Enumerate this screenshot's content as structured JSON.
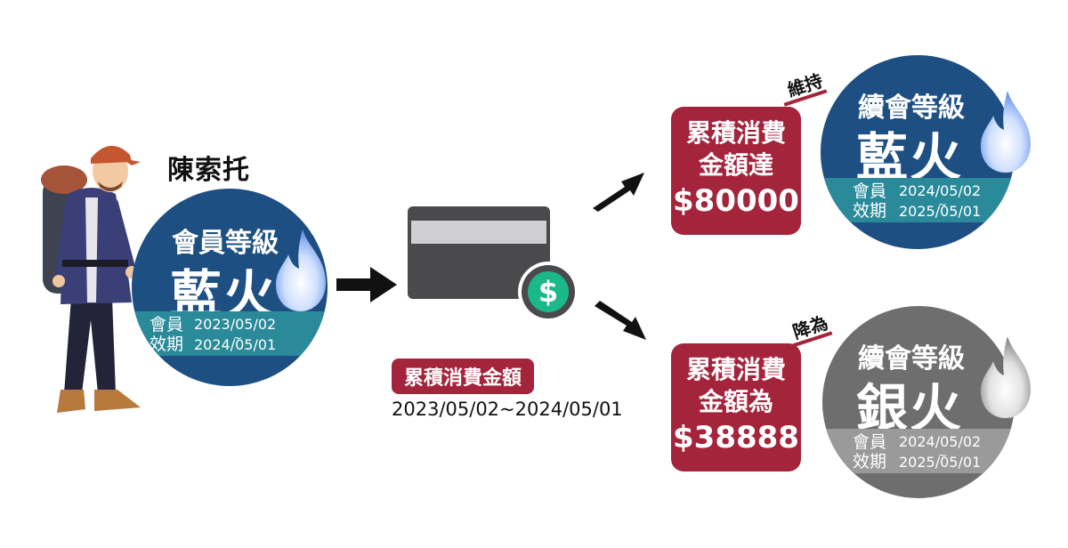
{
  "person": {
    "name": "陳索托"
  },
  "current_badge": {
    "title": "會員等級",
    "tier": "藍火",
    "validity_label_1": "會員",
    "validity_label_2": "效期",
    "start_date": "2023/05/02",
    "end_date": "2024/05/01",
    "color": "#1d4f82",
    "band_color": "#2a8a9a"
  },
  "spend_window": {
    "label": "累積消費金額",
    "range": "2023/05/02~2024/05/01"
  },
  "outcome_keep": {
    "tag": "維持",
    "box_line1": "累積消費",
    "box_line2": "金額達",
    "amount": "$80000",
    "badge_title": "續會等級",
    "badge_tier": "藍火",
    "validity_label_1": "會員",
    "validity_label_2": "效期",
    "start_date": "2024/05/02",
    "end_date": "2025/05/01",
    "color": "#1d4f82",
    "band_color": "#2a8a9a"
  },
  "outcome_downgrade": {
    "tag": "降為",
    "box_line1": "累積消費",
    "box_line2": "金額為",
    "amount": "$38888",
    "badge_title": "續會等級",
    "badge_tier": "銀火",
    "validity_label_1": "會員",
    "validity_label_2": "效期",
    "start_date": "2024/05/02",
    "end_date": "2025/05/01",
    "color": "#6e6e6e",
    "band_color": "#9a9a9a"
  },
  "icons": {
    "person": "backpacker-illustration",
    "flame_blue": "blue-flame-icon",
    "flame_silver": "silver-flame-icon",
    "card": "credit-card-icon",
    "dollar": "dollar-coin-icon",
    "arrow": "arrow-icon"
  },
  "colors": {
    "accent_red": "#a3243b",
    "card_gray": "#4a4a4d",
    "coin_green": "#1bb88a"
  }
}
